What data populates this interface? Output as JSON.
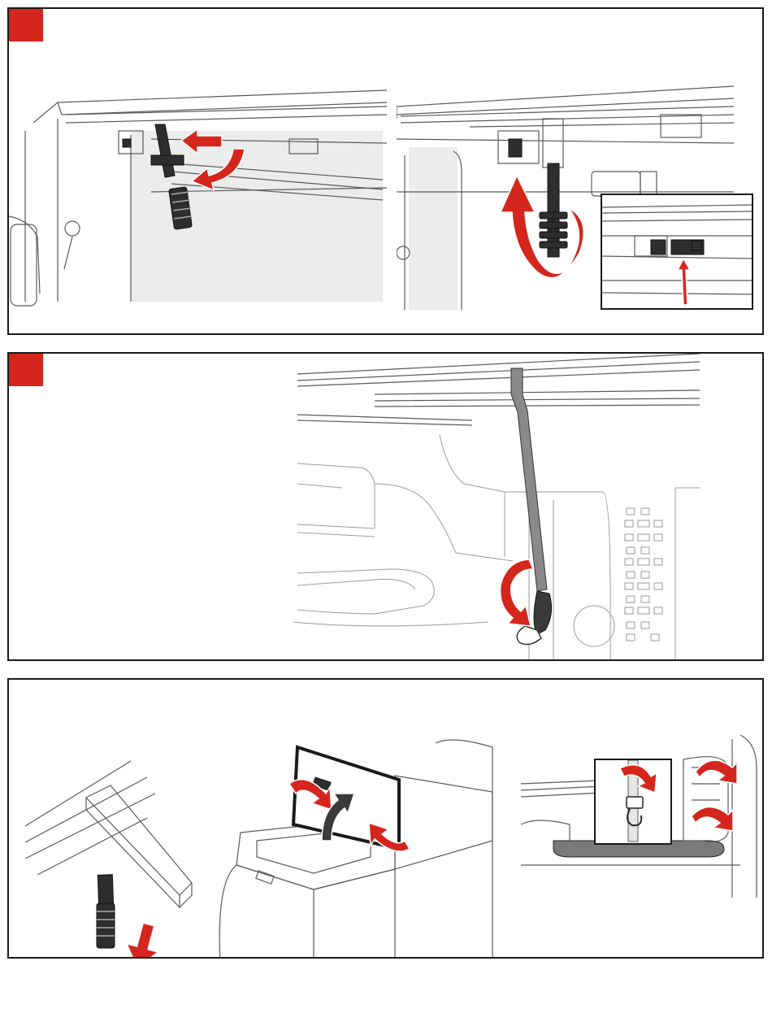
{
  "colors": {
    "step_badge": "#d4261c",
    "arrow_primary": "#d4261c",
    "arrow_secondary": "#3a3a3a",
    "panel_border": "#1a1a1a",
    "line_art": "#5a5a5a",
    "shading": "#ececec"
  },
  "panels": [
    {
      "id": "step-a",
      "badge_text": "",
      "figures": [
        "rail-clamp-removal-left",
        "rail-clamp-rotate-up",
        "clamp-detail-inset"
      ]
    },
    {
      "id": "step-b",
      "badge_text": "",
      "figures": [
        "strap-hook-attach"
      ]
    },
    {
      "id": "step-c",
      "badge_text": "",
      "figures": [
        "clamp-push-down",
        "cover-unroll-tailgate",
        "strap-roll-secure-inset"
      ]
    }
  ]
}
